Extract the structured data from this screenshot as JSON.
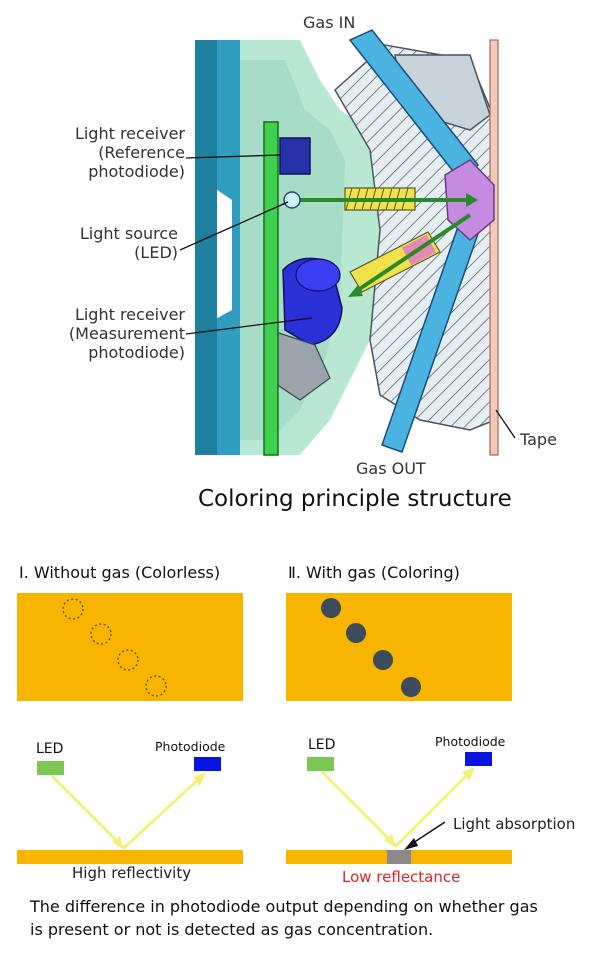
{
  "structure": {
    "gas_in": "Gas IN",
    "gas_out": "Gas OUT",
    "tape": "Tape",
    "ref_receiver": [
      "Light receiver",
      "(Reference",
      "photodiode)"
    ],
    "light_source": [
      "Light source",
      "(LED)"
    ],
    "meas_receiver": [
      "Light receiver",
      "(Measurement",
      "photodiode)"
    ],
    "caption": "Coloring principle structure"
  },
  "panels": {
    "without": {
      "title": "Ⅰ. Without gas (Colorless)",
      "led": "LED",
      "photodiode": "Photodiode",
      "result": "High reflectivity"
    },
    "with": {
      "title": "Ⅱ. With gas (Coloring)",
      "led": "LED",
      "photodiode": "Photodiode",
      "absorption": "Light absorption",
      "result": "Low reflectance"
    }
  },
  "footer": [
    "The difference in photodiode output depending on whether gas",
    "is present or not is detected as gas concentration."
  ],
  "colors": {
    "tape": "#f7b500",
    "led": "#7dc855",
    "photodiode": "#0a14e0",
    "beam": "#f3f17a",
    "absorbed_spot": "#3b4b5c",
    "low_reflectance_text": "#d8262b"
  }
}
